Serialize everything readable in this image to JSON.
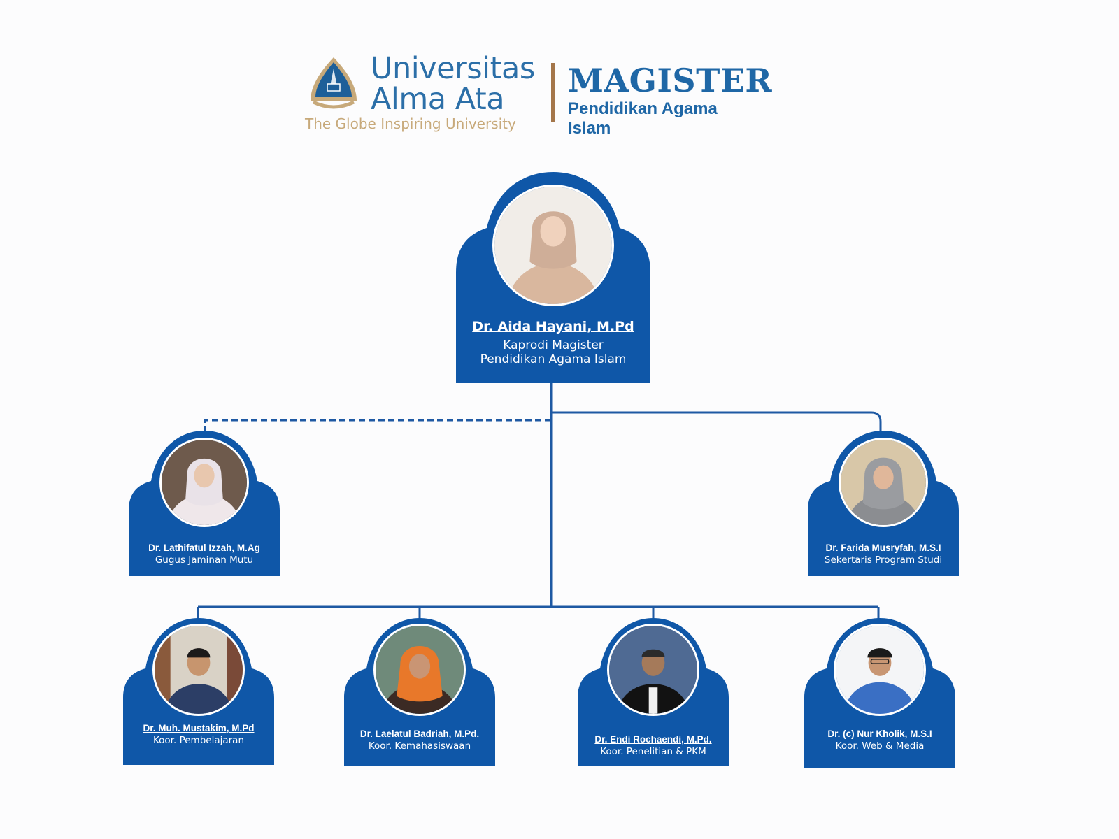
{
  "header": {
    "university_name_line1": "Universitas",
    "university_name_line2": "Alma Ata",
    "tagline": "The Globe Inspiring University",
    "program_title": "MAGISTER",
    "program_subtitle": "Pendidikan Agama Islam"
  },
  "colors": {
    "card_blue": "#0f57a8",
    "line_blue": "#1e59a3",
    "title_blue": "#1f67a6",
    "logo_gold": "#c7a97a",
    "divider_brown": "#a4764a"
  },
  "head": {
    "name": "Dr. Aida Hayani, M.Pd",
    "role_line1": "Kaprodi Magister",
    "role_line2": "Pendidikan Agama Islam"
  },
  "staff": {
    "quality": {
      "name": "Dr. Lathifatul Izzah, M.Ag",
      "role": "Gugus Jaminan Mutu"
    },
    "secretary": {
      "name": "Dr. Farida Musryfah, M.S.I",
      "role": "Sekertaris Program Studi"
    },
    "learning": {
      "name": "Dr. Muh. Mustakim, M.Pd",
      "role": "Koor. Pembelajaran"
    },
    "student_affairs": {
      "name": "Dr. Laelatul Badriah, M.Pd.",
      "role": "Koor. Kemahasiswaan"
    },
    "research": {
      "name": "Dr. Endi Rochaendi, M.Pd.",
      "role": "Koor. Penelitian & PKM"
    },
    "web_media": {
      "name": "Dr. (c) Nur Kholik, M.S.I",
      "role": "Koor. Web & Media"
    }
  },
  "icons": {
    "logo": "university-shield-logo",
    "photos": "person-portrait"
  }
}
